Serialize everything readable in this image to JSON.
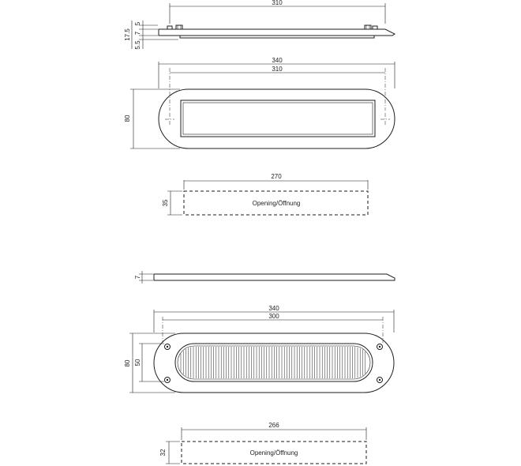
{
  "top_plate_side": {
    "dim_width": "310",
    "dim_v1": "5",
    "dim_total": "17.5",
    "dim_v2": "7",
    "dim_v3": "5.5"
  },
  "top_plate_front": {
    "dim_overall": "340",
    "dim_holes": "310",
    "dim_height": "80"
  },
  "top_opening": {
    "dim_width": "270",
    "dim_height": "35",
    "label": "Opening/Öffnung"
  },
  "bottom_plate_side": {
    "dim_thickness": "7"
  },
  "bottom_plate_front": {
    "dim_overall": "340",
    "dim_holes": "300",
    "dim_height": "80",
    "dim_inner": "50"
  },
  "bottom_opening": {
    "dim_width": "266",
    "dim_height": "32",
    "label": "Opening/Öffnung"
  }
}
